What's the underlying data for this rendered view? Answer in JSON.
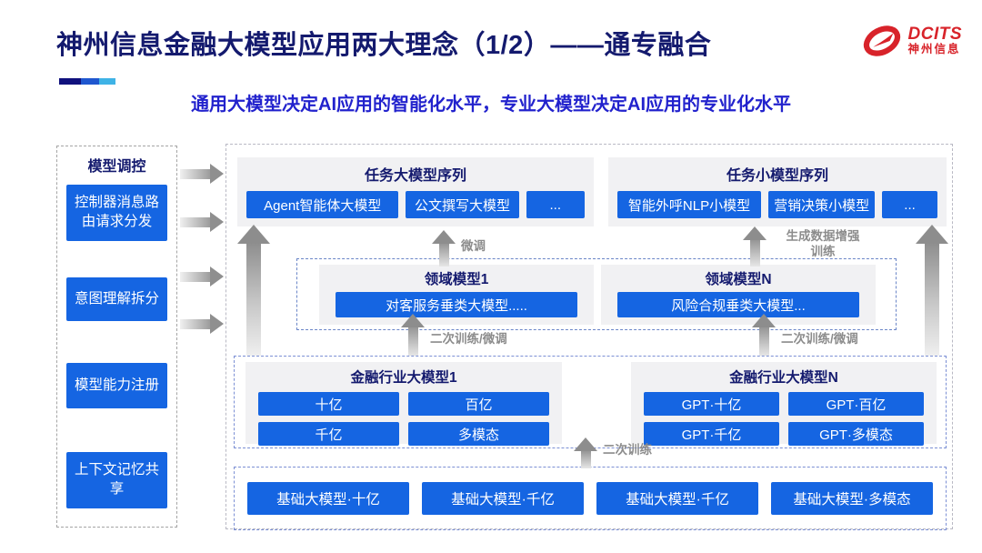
{
  "page": {
    "title": "神州信息金融大模型应用两大理念（1/2）——通专融合",
    "subtitle": "通用大模型决定AI应用的智能化水平，专业大模型决定AI应用的专业化水平"
  },
  "logo": {
    "brand": "DCITS",
    "brand_cn": "神州信息"
  },
  "colors": {
    "accent_blue": "#1565E2",
    "title_navy": "#141A6E",
    "subtitle_blue": "#2222CD",
    "logo_red": "#D8232A",
    "panel_gray": "#F1F1F3",
    "arrow_gray": "#8F8F8F",
    "accent_bar": [
      "#10117D",
      "#1F57CF",
      "#3FB3E6"
    ]
  },
  "sidebar": {
    "header": "模型调控",
    "items": [
      {
        "label": "控制器消息路由请求分发"
      },
      {
        "label": "意图理解拆分"
      },
      {
        "label": "模型能力注册"
      },
      {
        "label": "上下文记忆共享"
      }
    ]
  },
  "diagram": {
    "task_large": {
      "header": "任务大模型序列",
      "items": [
        "Agent智能体大模型",
        "公文撰写大模型",
        "..."
      ]
    },
    "task_small": {
      "header": "任务小模型序列",
      "items": [
        "智能外呼NLP小模型",
        "营销决策小模型",
        "..."
      ]
    },
    "domain": {
      "d1": {
        "header": "领域模型1",
        "item": "对客服务垂类大模型....."
      },
      "dn": {
        "header": "领域模型N",
        "item": "风险合规垂类大模型..."
      }
    },
    "industry": {
      "i1": {
        "header": "金融行业大模型1",
        "items": [
          "十亿",
          "百亿",
          "千亿",
          "多模态"
        ]
      },
      "in": {
        "header": "金融行业大模型N",
        "items": [
          "GPT·十亿",
          "GPT·百亿",
          "GPT·千亿",
          "GPT·多模态"
        ]
      }
    },
    "base": {
      "items": [
        "基础大模型·十亿",
        "基础大模型·千亿",
        "基础大模型·千亿",
        "基础大模型·多模态"
      ]
    },
    "labels": {
      "fine_tune": "微调",
      "gen_data_line1": "生成数据增强",
      "gen_data_line2": "训练",
      "secondary_fine_left": "二次训练/微调",
      "secondary_fine_right": "二次训练/微调",
      "secondary_train": "二次训练"
    }
  }
}
